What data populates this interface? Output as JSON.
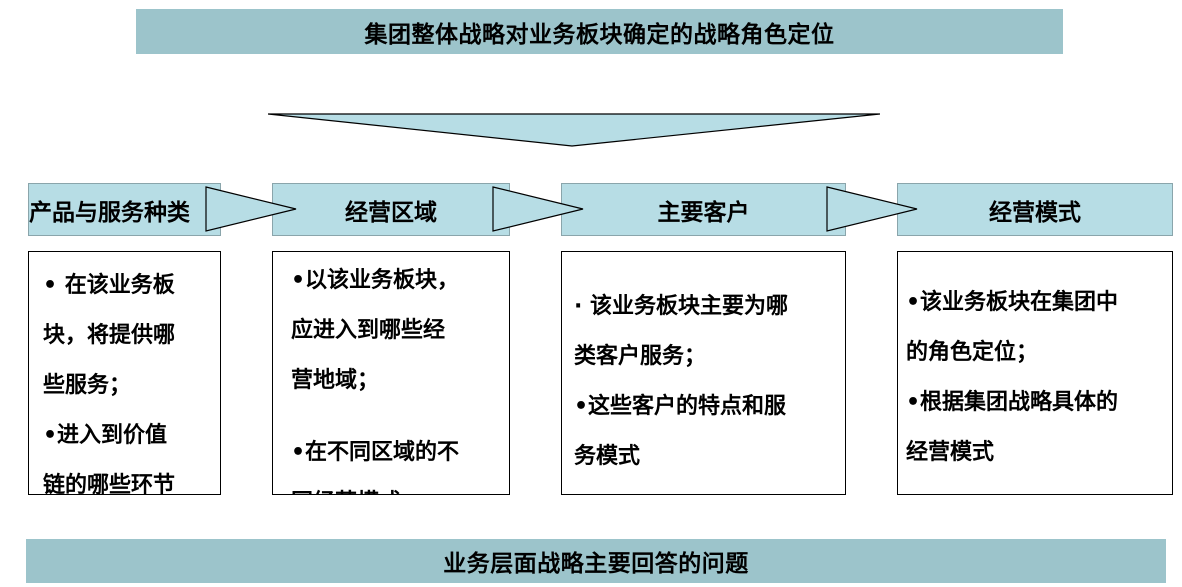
{
  "top_banner": "集团整体战略对业务板块确定的战略角色定位",
  "bottom_banner": "业务层面战略主要回答的问题",
  "categories": [
    {
      "header": "产品与服务种类",
      "lines": [
        "• 在该业务板",
        "块，将提供哪",
        "些服务；",
        "•进入到价值",
        "链的哪些环节"
      ]
    },
    {
      "header": "经营区域",
      "lines": [
        "•以该业务板块，",
        "应进入到哪些经",
        "营地域；",
        "•在不同区域的不",
        "同经营模式"
      ]
    },
    {
      "header": "主要客户",
      "lines": [
        "· 该业务板块主要为哪",
        "类客户服务；",
        "•这些客户的特点和服",
        "务模式"
      ]
    },
    {
      "header": "经营模式",
      "lines": [
        "•该业务板块在集团中",
        "的角色定位；",
        "•根据集团战略具体的",
        "经营模式"
      ]
    }
  ],
  "colors": {
    "banner": "#9cc4cb",
    "header": "#b7dde5",
    "arrow": "#b7dde5"
  }
}
